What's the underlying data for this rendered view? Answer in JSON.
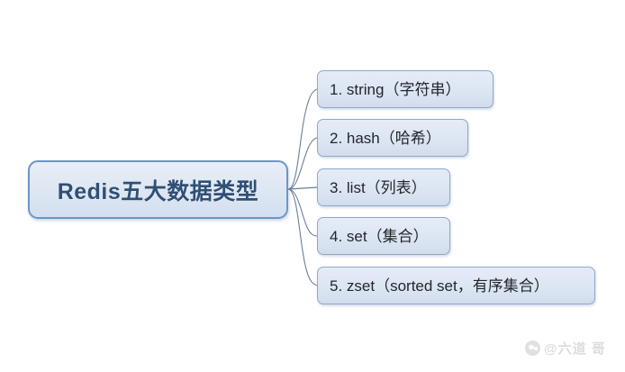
{
  "diagram": {
    "type": "mind-map",
    "background_color": "#ffffff",
    "root": {
      "label": "Redis五大数据类型",
      "text_color": "#2f4f76",
      "fill_color": "#dde6f2",
      "border_color": "#6b96c8"
    },
    "branches": [
      {
        "index": "1",
        "label": "1. string（字符串）",
        "term": "string",
        "translation": "字符串"
      },
      {
        "index": "2",
        "label": "2. hash（哈希）",
        "term": "hash",
        "translation": "哈希"
      },
      {
        "index": "3",
        "label": "3. list（列表）",
        "term": "list",
        "translation": "列表"
      },
      {
        "index": "4",
        "label": "4. set（集合）",
        "term": "set",
        "translation": "集合"
      },
      {
        "index": "5",
        "label": "5. zset（sorted set，有序集合）",
        "term": "zset",
        "translation": "sorted set，有序集合"
      }
    ],
    "node_style": {
      "fill_color": "#dbe5f2",
      "border_color": "#8aa9cc",
      "text_color": "#23262b"
    },
    "connector_color": "#6b7f99"
  },
  "watermark": {
    "logo": "weibo-logo-icon",
    "text": "@六道 哥",
    "color": "#8f8f8f"
  }
}
